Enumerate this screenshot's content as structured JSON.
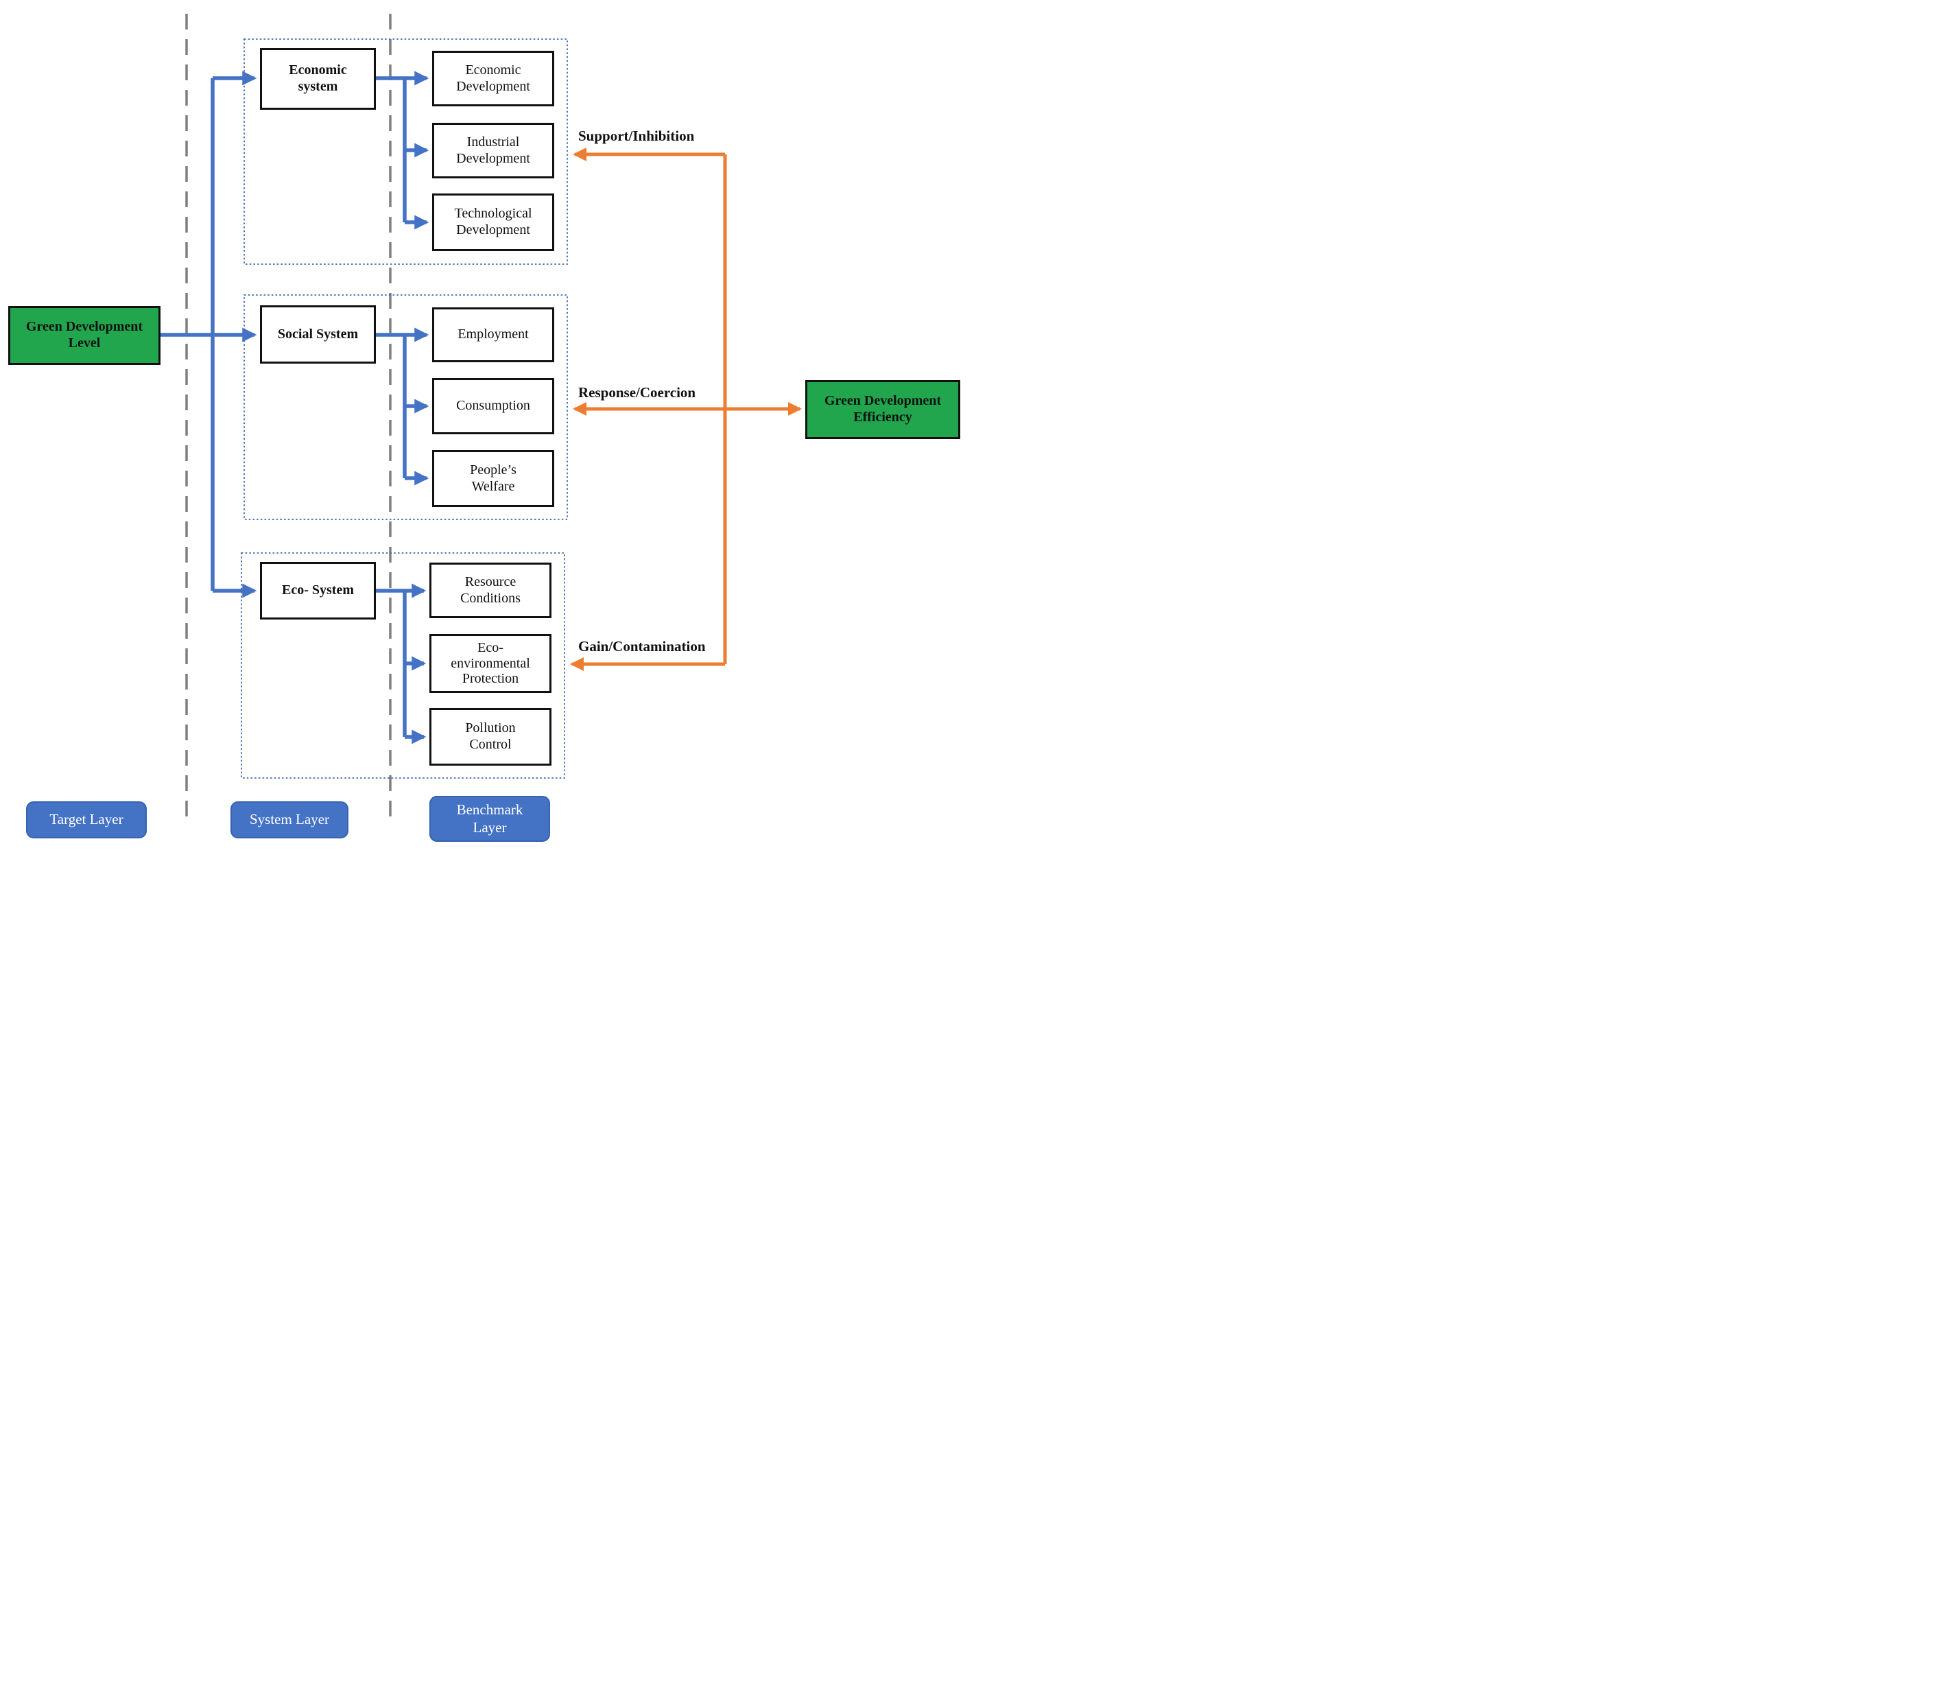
{
  "nodes": {
    "green_development_level": "Green Development\nLevel",
    "green_development_efficiency": "Green Development\nEfficiency"
  },
  "groups": [
    {
      "system": "Economic\nsystem",
      "benchmarks": [
        "Economic\nDevelopment",
        "Industrial\nDevelopment",
        "Technological\nDevelopment"
      ]
    },
    {
      "system": "Social System",
      "benchmarks": [
        "Employment",
        "Consumption",
        "People’s\nWelfare"
      ]
    },
    {
      "system": "Eco- System",
      "benchmarks": [
        "Resource\nConditions",
        "Eco-\nenvironmental\nProtection",
        "Pollution\nControl"
      ]
    }
  ],
  "arrows": {
    "support": "Support/Inhibition",
    "response": "Response/Coercion",
    "gain": "Gain/Contamination"
  },
  "layers": {
    "target": "Target Layer",
    "system": "System Layer",
    "benchmark": "Benchmark\nLayer"
  },
  "colors": {
    "green_box": "#21A64D",
    "blue_connector": "#4472C4",
    "orange_connector": "#ED7D31",
    "dashed_divider_gray": "#7F7F7F",
    "dotted_group_blue": "#3E68B2",
    "layer_pill_blue": "#4472C4"
  }
}
